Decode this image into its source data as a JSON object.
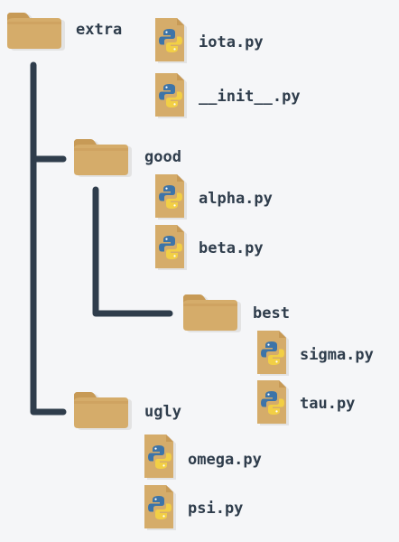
{
  "tree": {
    "extra": {
      "name": "extra",
      "type": "folder",
      "icon": "folder-icon"
    },
    "iota": {
      "name": "iota.py",
      "type": "file",
      "icon": "python-file-icon"
    },
    "init": {
      "name": "__init__.py",
      "type": "file",
      "icon": "python-file-icon"
    },
    "good": {
      "name": "good",
      "type": "folder",
      "icon": "folder-icon"
    },
    "alpha": {
      "name": "alpha.py",
      "type": "file",
      "icon": "python-file-icon"
    },
    "beta": {
      "name": "beta.py",
      "type": "file",
      "icon": "python-file-icon"
    },
    "best": {
      "name": "best",
      "type": "folder",
      "icon": "folder-icon"
    },
    "sigma": {
      "name": "sigma.py",
      "type": "file",
      "icon": "python-file-icon"
    },
    "tau": {
      "name": "tau.py",
      "type": "file",
      "icon": "python-file-icon"
    },
    "ugly": {
      "name": "ugly",
      "type": "folder",
      "icon": "folder-icon"
    },
    "omega": {
      "name": "omega.py",
      "type": "file",
      "icon": "python-file-icon"
    },
    "psi": {
      "name": "psi.py",
      "type": "file",
      "icon": "python-file-icon"
    }
  },
  "colors": {
    "background": "#f5f6f8",
    "connector": "#2f3d4c",
    "label": "#2f3d4c",
    "folder": "#d5ac6a",
    "folder_tab": "#c79a56",
    "file_paper": "#d5ac6a",
    "python_blue": "#3d74a8",
    "python_yellow": "#f2cf45"
  }
}
